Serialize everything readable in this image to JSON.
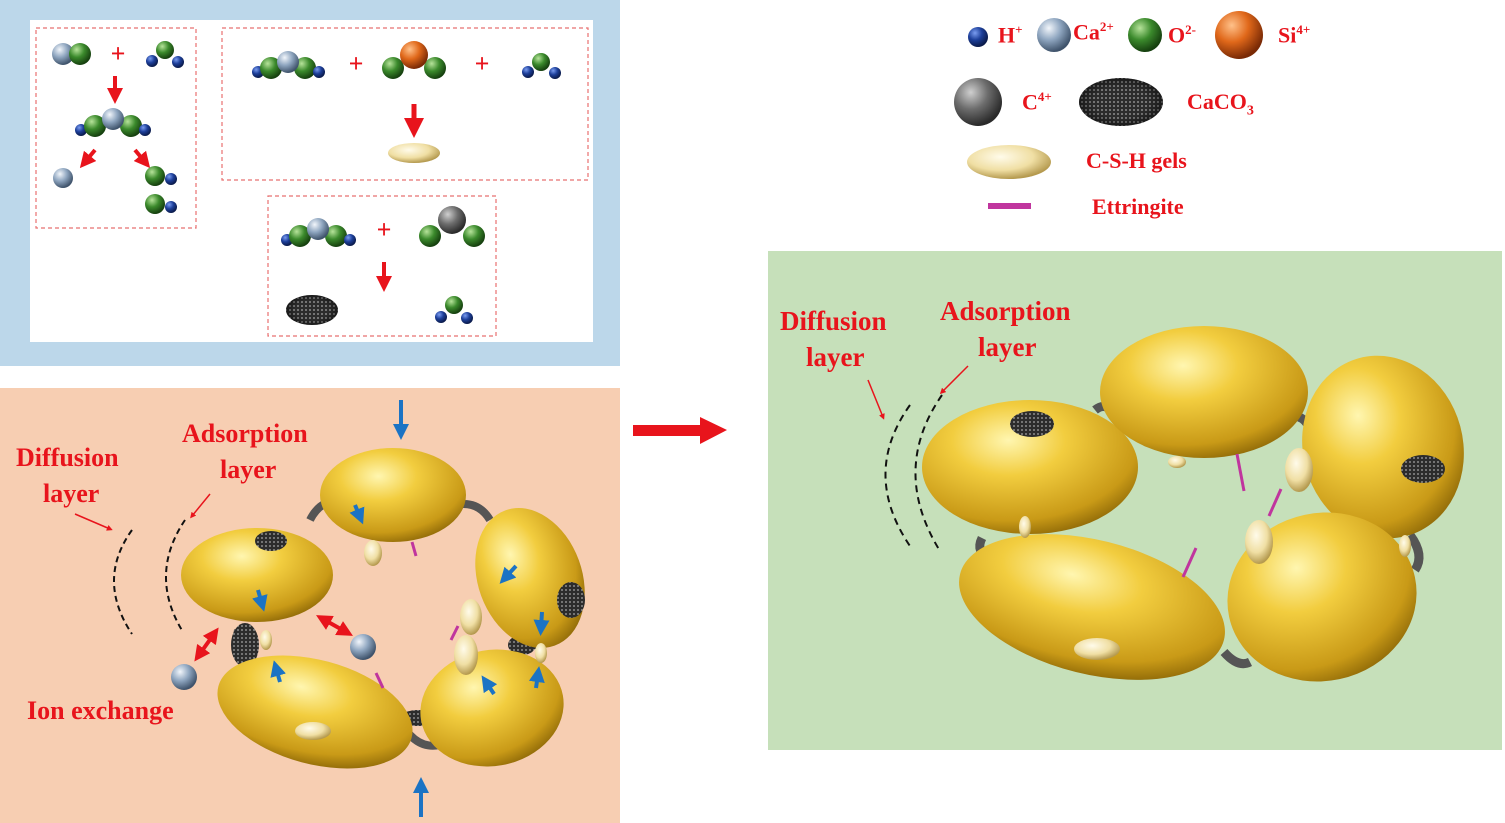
{
  "legend": {
    "h_ion": "H",
    "h_sup": "+",
    "ca_ion": "Ca",
    "ca_sup": "2+",
    "o_ion": "O",
    "o_sup": "2-",
    "si_ion": "Si",
    "si_sup": "4+",
    "c_ion": "C",
    "c_sup": "4+",
    "caco3_main": "CaCO",
    "caco3_sub": "3",
    "csh": "C-S-H gels",
    "ettringite": "Ettringite"
  },
  "reactions": {
    "plus": "+"
  },
  "left_panel": {
    "diffusion_line1": "Diffusion",
    "diffusion_line2": "layer",
    "adsorption_line1": "Adsorption",
    "adsorption_line2": "layer",
    "ion_exchange": "Ion exchange"
  },
  "right_panel": {
    "diffusion_line1": "Diffusion",
    "diffusion_line2": "layer",
    "adsorption_line1": "Adsorption",
    "adsorption_line2": "layer"
  },
  "colors": {
    "top_panel_bg": "#bcd7ea",
    "left_panel_bg": "#f7ceb2",
    "right_panel_bg": "#c6e0ba",
    "label_red": "#e8141c",
    "arrow_blue": "#1b73c4",
    "ettringite": "#c0359e",
    "particle_gold": "#e7b82e"
  }
}
